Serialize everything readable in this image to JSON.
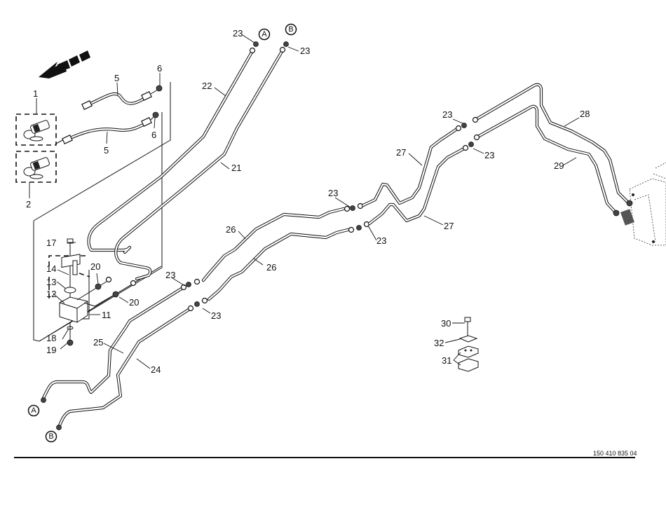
{
  "drawing": {
    "document_number": "150 410 835 04",
    "connection_markers": [
      "A",
      "B"
    ],
    "callouts": [
      {
        "id": "c1",
        "text": "1"
      },
      {
        "id": "c2",
        "text": "2"
      },
      {
        "id": "c5a",
        "text": "5"
      },
      {
        "id": "c5b",
        "text": "5"
      },
      {
        "id": "c6a",
        "text": "6"
      },
      {
        "id": "c6b",
        "text": "6"
      },
      {
        "id": "c11",
        "text": "11"
      },
      {
        "id": "c12",
        "text": "12"
      },
      {
        "id": "c13",
        "text": "13"
      },
      {
        "id": "c14",
        "text": "14"
      },
      {
        "id": "c17",
        "text": "17"
      },
      {
        "id": "c18",
        "text": "18"
      },
      {
        "id": "c19",
        "text": "19"
      },
      {
        "id": "c20a",
        "text": "20"
      },
      {
        "id": "c20b",
        "text": "20"
      },
      {
        "id": "c21",
        "text": "21"
      },
      {
        "id": "c22",
        "text": "22"
      },
      {
        "id": "c23a",
        "text": "23"
      },
      {
        "id": "c23b",
        "text": "23"
      },
      {
        "id": "c23c",
        "text": "23"
      },
      {
        "id": "c23d",
        "text": "23"
      },
      {
        "id": "c23e",
        "text": "23"
      },
      {
        "id": "c23f",
        "text": "23"
      },
      {
        "id": "c23g",
        "text": "23"
      },
      {
        "id": "c23h",
        "text": "23"
      },
      {
        "id": "c24",
        "text": "24"
      },
      {
        "id": "c25",
        "text": "25"
      },
      {
        "id": "c26a",
        "text": "26"
      },
      {
        "id": "c26b",
        "text": "26"
      },
      {
        "id": "c27a",
        "text": "27"
      },
      {
        "id": "c27b",
        "text": "27"
      },
      {
        "id": "c28",
        "text": "28"
      },
      {
        "id": "c29",
        "text": "29"
      },
      {
        "id": "c30",
        "text": "30"
      },
      {
        "id": "c31",
        "text": "31"
      },
      {
        "id": "c32",
        "text": "32"
      }
    ],
    "markers": {
      "top_a": "A",
      "top_b": "B",
      "bottom_a": "A",
      "bottom_b": "B"
    }
  }
}
